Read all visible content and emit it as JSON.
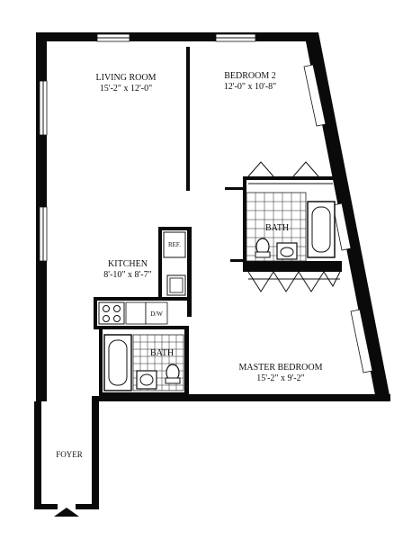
{
  "rooms": {
    "living_room": {
      "name": "LIVING ROOM",
      "dims": "15'-2\" x 12'-0\""
    },
    "bedroom_2": {
      "name": "BEDROOM 2",
      "dims": "12'-0\" x 10'-8\""
    },
    "kitchen": {
      "name": "KITCHEN",
      "dims": "8'-10\" x 8'-7\""
    },
    "master_bedroom": {
      "name": "MASTER BEDROOM",
      "dims": "15'-2\" x 9'-2\""
    },
    "bath_upper": {
      "name": "BATH"
    },
    "bath_lower": {
      "name": "BATH"
    },
    "foyer": {
      "name": "FOYER"
    }
  },
  "fixtures": {
    "refrigerator": "REF.",
    "dishwasher": "D/W"
  },
  "colors": {
    "wall": "#0a0a0a",
    "background": "#ffffff"
  }
}
